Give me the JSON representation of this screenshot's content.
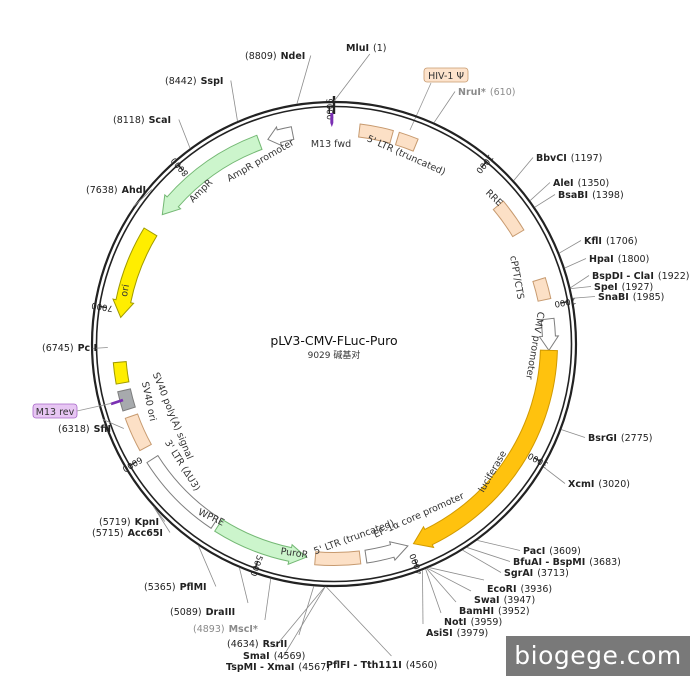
{
  "plasmid": {
    "name": "pLV3-CMV-FLuc-Puro",
    "size_text": "9029 碱基对",
    "length": 9029
  },
  "colors": {
    "backbone": "#222222",
    "pale_orange": "#fce0c6",
    "pale_orange_stroke": "#c79a6f",
    "gold": "#ffc20e",
    "gold_stroke": "#d19a00",
    "pale_green": "#ccf5cc",
    "green_stroke": "#74b874",
    "yellow": "#ffee00",
    "yellow_stroke": "#a09a00",
    "gray_fill": "#a7aaad",
    "white_fill": "#ffffff",
    "outline_stroke": "#7d7d7d",
    "primer_purple": "#7a2fb3",
    "primer_label_bg": "#e7c6f3",
    "hiv_label_bg": "#fde3cc"
  },
  "tick_labels": [
    "1000",
    "2000",
    "3000",
    "4000",
    "5000",
    "6000",
    "7000",
    "8000",
    "9000"
  ],
  "sites": [
    {
      "name": "MluI",
      "pos": "(1)"
    },
    {
      "name": "NruI*",
      "pos": "(610)"
    },
    {
      "name": "BbvCI",
      "pos": "(1197)"
    },
    {
      "name": "AleI",
      "pos": "(1350)"
    },
    {
      "name": "BsaBI",
      "pos": "(1398)"
    },
    {
      "name": "KflI",
      "pos": "(1706)"
    },
    {
      "name": "HpaI",
      "pos": "(1800)"
    },
    {
      "name": "BspDI - ClaI",
      "pos": "(1922)"
    },
    {
      "name": "SpeI",
      "pos": "(1927)"
    },
    {
      "name": "SnaBI",
      "pos": "(1985)"
    },
    {
      "name": "BsrGI",
      "pos": "(2775)"
    },
    {
      "name": "XcmI",
      "pos": "(3020)"
    },
    {
      "name": "PacI",
      "pos": "(3609)"
    },
    {
      "name": "BfuAI - BspMI",
      "pos": "(3683)"
    },
    {
      "name": "SgrAI",
      "pos": "(3713)"
    },
    {
      "name": "EcoRI",
      "pos": "(3936)"
    },
    {
      "name": "SwaI",
      "pos": "(3947)"
    },
    {
      "name": "BamHI",
      "pos": "(3952)"
    },
    {
      "name": "NotI",
      "pos": "(3959)"
    },
    {
      "name": "AsiSI",
      "pos": "(3979)"
    },
    {
      "name": "PflFI - Tth111I",
      "pos": "(4560)"
    },
    {
      "name": "TspMI - XmaI",
      "pos": "(4567)"
    },
    {
      "name": "SmaI",
      "pos": "(4569)"
    },
    {
      "name": "RsrII",
      "pos": "(4634)"
    },
    {
      "name": "MscI*",
      "pos": "(4893)"
    },
    {
      "name": "DraIII",
      "pos": "(5089)"
    },
    {
      "name": "PflMI",
      "pos": "(5365)"
    },
    {
      "name": "Acc65I",
      "pos": "(5715)"
    },
    {
      "name": "KpnI",
      "pos": "(5719)"
    },
    {
      "name": "SfiI",
      "pos": "(6318)"
    },
    {
      "name": "PciI",
      "pos": "(6745)"
    },
    {
      "name": "AhdI",
      "pos": "(7638)"
    },
    {
      "name": "ScaI",
      "pos": "(8118)"
    },
    {
      "name": "SspI",
      "pos": "(8442)"
    },
    {
      "name": "NdeI",
      "pos": "(8809)"
    }
  ],
  "features": [
    {
      "label": "5' LTR (truncated)",
      "color": "pale_orange"
    },
    {
      "label": "HIV-1 Ψ",
      "color": "pale_orange"
    },
    {
      "label": "RRE",
      "color": "pale_orange"
    },
    {
      "label": "cPPT/CTS",
      "color": "pale_orange"
    },
    {
      "label": "CMV promoter",
      "color": "white_fill"
    },
    {
      "label": "luciferase",
      "color": "gold"
    },
    {
      "label": "5' LTR (truncated)",
      "color": "pale_orange"
    },
    {
      "label": "EF-1α core promoter",
      "color": "white_fill"
    },
    {
      "label": "PuroR",
      "color": "pale_green"
    },
    {
      "label": "WPRE",
      "color": "white_fill"
    },
    {
      "label": "3' LTR (ΔU3)",
      "color": "pale_orange"
    },
    {
      "label": "SV40 poly(A) signal",
      "color": "gray_fill"
    },
    {
      "label": "SV40 ori",
      "color": "yellow"
    },
    {
      "label": "ori",
      "color": "yellow"
    },
    {
      "label": "AmpR",
      "color": "pale_green"
    },
    {
      "label": "AmpR promoter",
      "color": "white_fill"
    }
  ],
  "primers": [
    {
      "label": "M13 fwd"
    },
    {
      "label": "M13 rev"
    }
  ],
  "watermark": {
    "text": "biogege.com"
  }
}
